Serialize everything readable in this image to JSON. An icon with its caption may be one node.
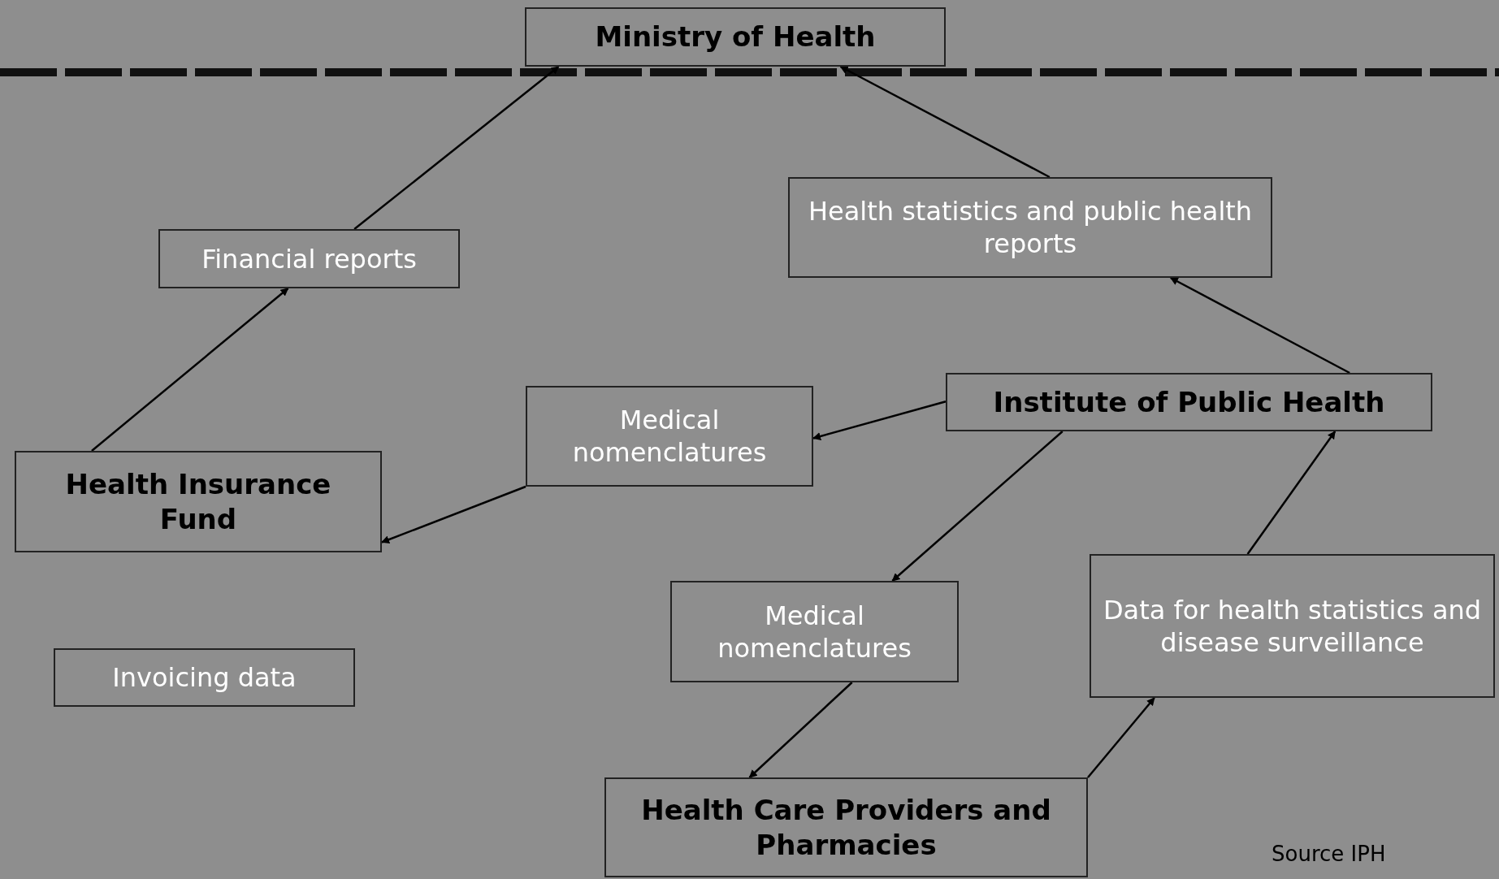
{
  "diagram": {
    "nodes": [
      {
        "text": [
          "Ministry of Health"
        ]
      },
      {
        "text": [
          "Health statistics and public health reports"
        ]
      },
      {
        "text": [
          "Financial reports"
        ]
      },
      {
        "text": [
          "Institute of Public Health"
        ]
      },
      {
        "text": [
          "Medical nomenclatures"
        ]
      },
      {
        "text": [
          "Health Insurance Fund"
        ]
      },
      {
        "text": [
          "Medical nomenclatures"
        ]
      },
      {
        "text": [
          "Data for health statistics and disease surveillance"
        ]
      },
      {
        "text": [
          "Invoicing data"
        ]
      },
      {
        "text": [
          "Health Care Providers and Pharmacies"
        ]
      }
    ],
    "edges": [
      {
        "from": 5,
        "to": 2,
        "arrow": "to"
      },
      {
        "from": 2,
        "to": 0,
        "arrow": "to"
      },
      {
        "from": 1,
        "to": 0,
        "arrow": "to"
      },
      {
        "from": 3,
        "to": 1,
        "arrow": "to"
      },
      {
        "from": 3,
        "to": 4,
        "arrow": "to"
      },
      {
        "from": 4,
        "to": 5,
        "arrow": "to"
      },
      {
        "from": 3,
        "to": 6,
        "arrow": "to"
      },
      {
        "from": 6,
        "to": 9,
        "arrow": "to"
      },
      {
        "from": 9,
        "to": 7,
        "arrow": "to"
      },
      {
        "from": 7,
        "to": 3,
        "arrow": "to"
      }
    ],
    "labels": [
      "Source IPH"
    ]
  }
}
